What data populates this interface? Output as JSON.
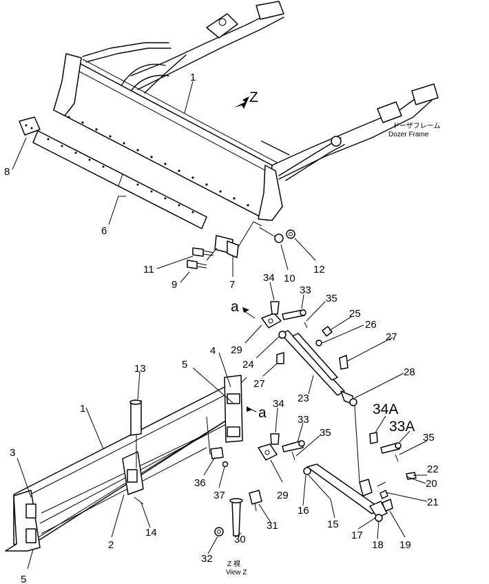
{
  "view_marker": "Z",
  "frame_label": {
    "jp": "ドーザフレーム",
    "en": "Dozer Frame"
  },
  "view_caption": {
    "jp": "Z 視",
    "en": "View Z"
  },
  "ref_marker": "a",
  "callouts": [
    {
      "id": "c1a",
      "text": "1"
    },
    {
      "id": "c6",
      "text": "6"
    },
    {
      "id": "c8",
      "text": "8"
    },
    {
      "id": "c11",
      "text": "11"
    },
    {
      "id": "c9",
      "text": "9"
    },
    {
      "id": "c7",
      "text": "7"
    },
    {
      "id": "c10",
      "text": "10"
    },
    {
      "id": "c12",
      "text": "12"
    },
    {
      "id": "c34",
      "text": "34"
    },
    {
      "id": "c33",
      "text": "33"
    },
    {
      "id": "c35",
      "text": "35"
    },
    {
      "id": "c25",
      "text": "25"
    },
    {
      "id": "c26",
      "text": "26"
    },
    {
      "id": "c29",
      "text": "29"
    },
    {
      "id": "c24",
      "text": "24"
    },
    {
      "id": "c27a",
      "text": "27"
    },
    {
      "id": "c27b",
      "text": "27"
    },
    {
      "id": "c23",
      "text": "23"
    },
    {
      "id": "c28",
      "text": "28"
    },
    {
      "id": "c13",
      "text": "13"
    },
    {
      "id": "c1b",
      "text": "1"
    },
    {
      "id": "c5a",
      "text": "5"
    },
    {
      "id": "c4",
      "text": "4"
    },
    {
      "id": "c3",
      "text": "3"
    },
    {
      "id": "c34b",
      "text": "34"
    },
    {
      "id": "c33b",
      "text": "33"
    },
    {
      "id": "c35b",
      "text": "35"
    },
    {
      "id": "c34A",
      "text": "34A"
    },
    {
      "id": "c33A",
      "text": "33A"
    },
    {
      "id": "c35c",
      "text": "35"
    },
    {
      "id": "c22",
      "text": "22"
    },
    {
      "id": "c20",
      "text": "20"
    },
    {
      "id": "c21",
      "text": "21"
    },
    {
      "id": "c36",
      "text": "36"
    },
    {
      "id": "c37",
      "text": "37"
    },
    {
      "id": "c29b",
      "text": "29"
    },
    {
      "id": "c16",
      "text": "16"
    },
    {
      "id": "c15",
      "text": "15"
    },
    {
      "id": "c14",
      "text": "14"
    },
    {
      "id": "c2",
      "text": "2"
    },
    {
      "id": "c17",
      "text": "17"
    },
    {
      "id": "c18",
      "text": "18"
    },
    {
      "id": "c19",
      "text": "19"
    },
    {
      "id": "c31",
      "text": "31"
    },
    {
      "id": "c30",
      "text": "30"
    },
    {
      "id": "c32",
      "text": "32"
    },
    {
      "id": "c5b",
      "text": "5"
    }
  ]
}
